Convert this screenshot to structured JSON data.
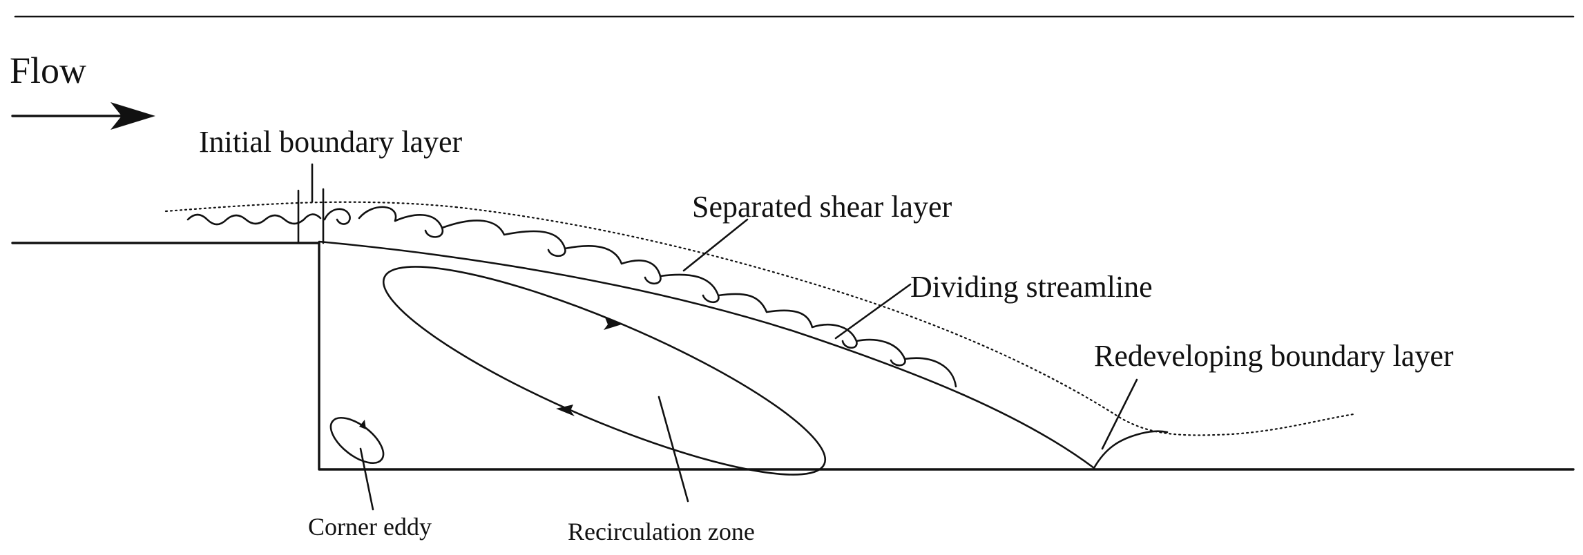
{
  "labels": {
    "flow": "Flow",
    "initial_boundary_layer": "Initial boundary layer",
    "separated_shear_layer": "Separated shear layer",
    "dividing_streamline": "Dividing streamline",
    "redeveloping_boundary_layer": "Redeveloping boundary layer",
    "corner_eddy": "Corner eddy",
    "recirculation_zone": "Recirculation zone"
  },
  "colors": {
    "ink": "#111111",
    "background": "#ffffff"
  }
}
